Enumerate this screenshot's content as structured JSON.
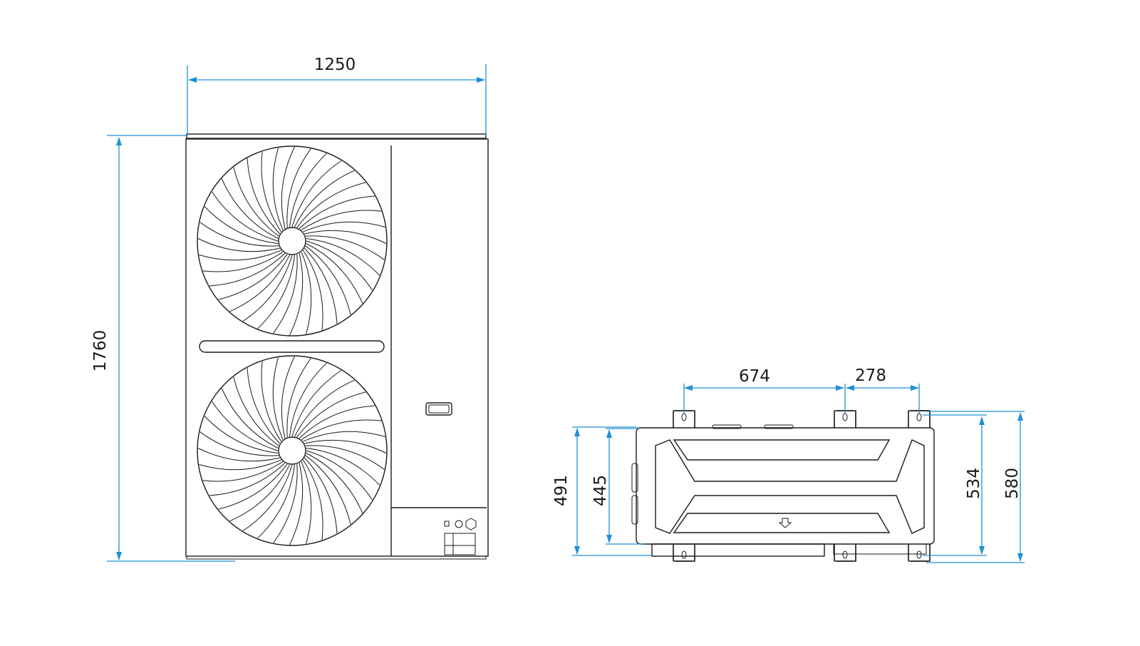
{
  "dimensions": {
    "front_width": "1250",
    "front_height": "1760",
    "top_foot_spacing_1": "674",
    "top_foot_spacing_2": "278",
    "top_depth_outer": "491",
    "top_depth_inner": "445",
    "top_foot_depth_inner": "534",
    "top_foot_depth_outer": "580"
  },
  "colors": {
    "dimension": "#1f8fd6",
    "outline": "#1a1a1a"
  }
}
